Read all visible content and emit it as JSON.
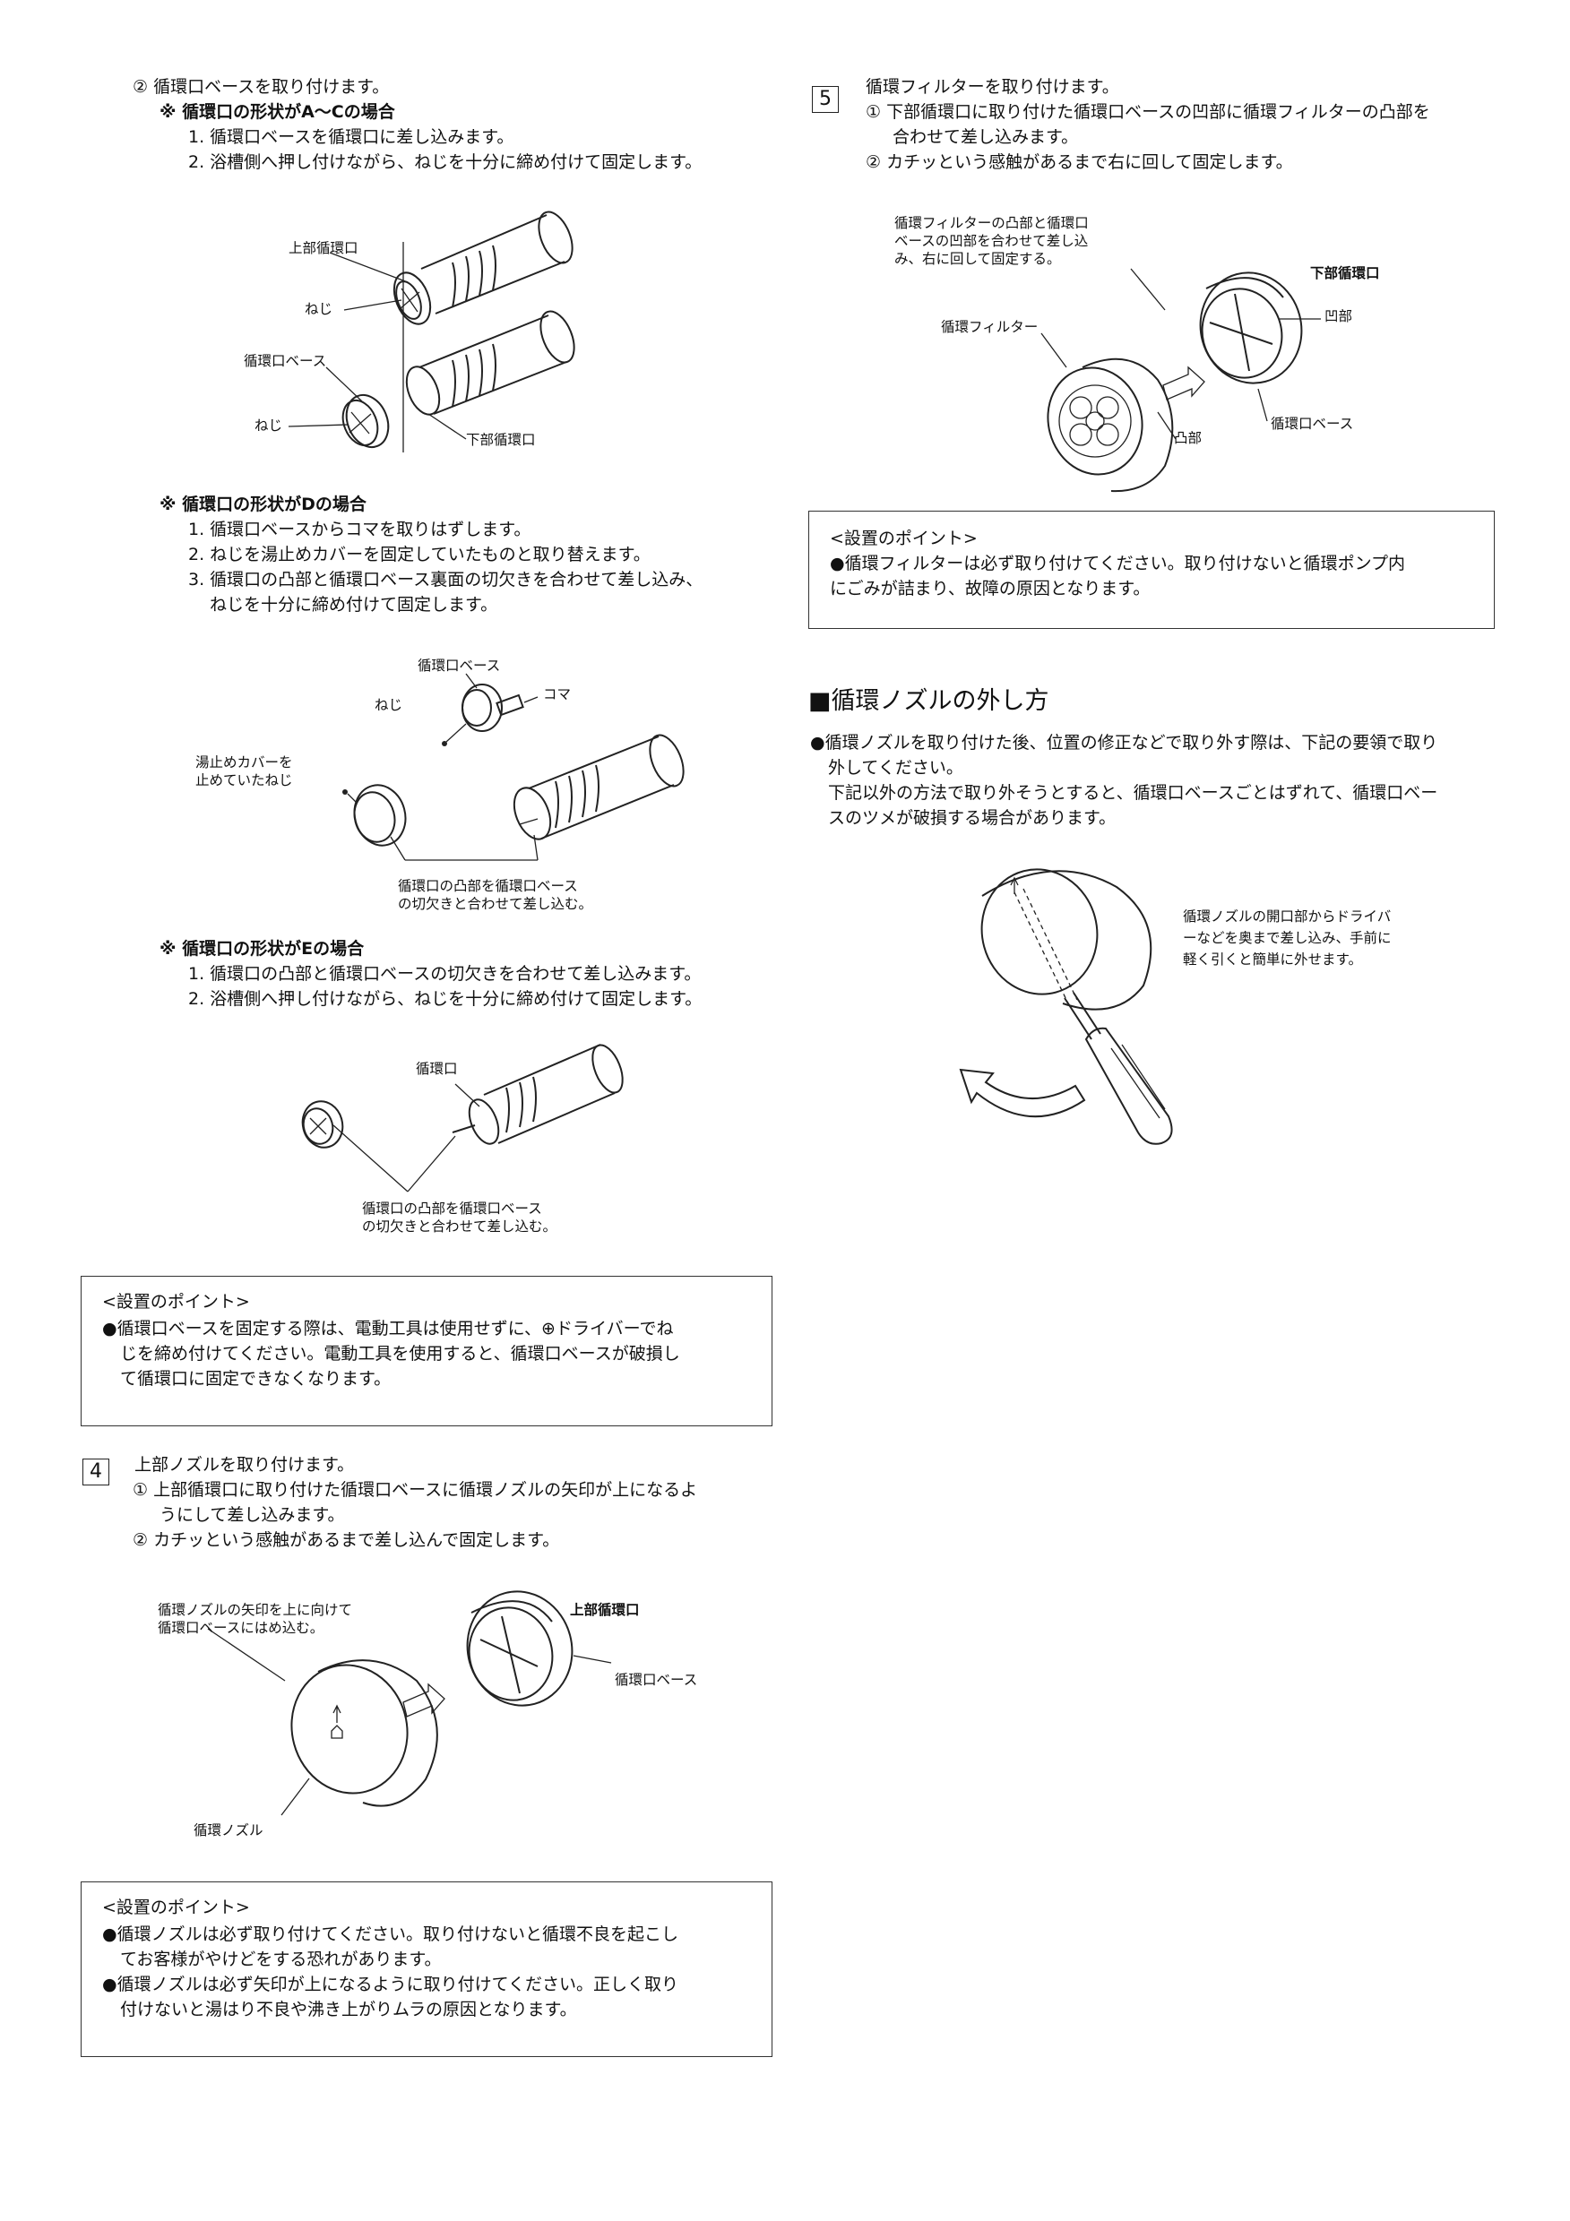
{
  "left": {
    "step2_title": "② 循環口ベースを取り付けます。",
    "caseAC": {
      "heading": "※ 循環口の形状がA～Cの場合",
      "items": [
        "1. 循環口ベースを循環口に差し込みます。",
        "2. 浴槽側へ押し付けながら、ねじを十分に締め付けて固定します。"
      ],
      "labels": {
        "upper_port": "上部循環口",
        "screw1": "ねじ",
        "base": "循環口ベース",
        "screw2": "ねじ",
        "lower_port": "下部循環口"
      }
    },
    "caseD": {
      "heading": "※ 循環口の形状がDの場合",
      "items": [
        "1. 循環口ベースからコマを取りはずします。",
        "2. ねじを湯止めカバーを固定していたものと取り替えます。",
        "3. 循環口の凸部と循環口ベース裏面の切欠きを合わせて差し込み、",
        "ねじを十分に締め付けて固定します。"
      ],
      "labels": {
        "base": "循環口ベース",
        "koma": "コマ",
        "screw": "ねじ",
        "cover_screw_1": "湯止めカバーを",
        "cover_screw_2": "止めていたねじ",
        "note_1": "循環口の凸部を循環口ベース",
        "note_2": "の切欠きと合わせて差し込む。"
      }
    },
    "caseE": {
      "heading": "※ 循環口の形状がEの場合",
      "items": [
        "1. 循環口の凸部と循環口ベースの切欠きを合わせて差し込みます。",
        "2. 浴槽側へ押し付けながら、ねじを十分に締め付けて固定します。"
      ],
      "labels": {
        "port": "循環口",
        "note_1": "循環口の凸部を循環口ベース",
        "note_2": "の切欠きと合わせて差し込む。"
      }
    },
    "point1": {
      "title": "<設置のポイント>",
      "lines": [
        "●循環口ベースを固定する際は、電動工具は使用せずに、⊕ドライバーでね",
        "じを締め付けてください。電動工具を使用すると、循環口ベースが破損し",
        "て循環口に固定できなくなります。"
      ]
    },
    "step4": {
      "num": "4",
      "title": "上部ノズルを取り付けます。",
      "items": [
        "① 上部循環口に取り付けた循環口ベースに循環ノズルの矢印が上になるよ",
        "うにして差し込みます。",
        "② カチッという感触があるまで差し込んで固定します。"
      ],
      "labels": {
        "arrow_note_1": "循環ノズルの矢印を上に向けて",
        "arrow_note_2": "循環口ベースにはめ込む。",
        "upper_port": "上部循環口",
        "base": "循環口ベース",
        "nozzle": "循環ノズル"
      }
    },
    "point2": {
      "title": "<設置のポイント>",
      "lines": [
        "●循環ノズルは必ず取り付けてください。取り付けないと循環不良を起こし",
        "てお客様がやけどをする恐れがあります。",
        "●循環ノズルは必ず矢印が上になるように取り付けてください。正しく取り",
        "付けないと湯はり不良や沸き上がりムラの原因となります。"
      ]
    }
  },
  "right": {
    "step5": {
      "num": "5",
      "title": "循環フィルターを取り付けます。",
      "items": [
        "① 下部循環口に取り付けた循環口ベースの凹部に循環フィルターの凸部を",
        "合わせて差し込みます。",
        "② カチッという感触があるまで右に回して固定します。"
      ],
      "labels": {
        "note_1": "循環フィルターの凸部と循環口",
        "note_2": "ベースの凹部を合わせて差し込",
        "note_3": "み、右に回して固定する。",
        "lower_port": "下部循環口",
        "recess": "凹部",
        "filter": "循環フィルター",
        "base": "循環口ベース",
        "protrusion": "凸部"
      }
    },
    "point3": {
      "title": "<設置のポイント>",
      "lines": [
        "●循環フィルターは必ず取り付けてください。取り付けないと循環ポンプ内",
        "にごみが詰まり、故障の原因となります。"
      ]
    },
    "removal": {
      "heading": "■循環ノズルの外し方",
      "lines": [
        "●循環ノズルを取り付けた後、位置の修正などで取り外す際は、下記の要領で取り",
        "外してください。",
        "下記以外の方法で取り外そうとすると、循環口ベースごとはずれて、循環口ベー",
        "スのツメが破損する場合があります。"
      ],
      "note": [
        "循環ノズルの開口部からドライバ",
        "ーなどを奥まで差し込み、手前に",
        "軽く引くと簡単に外せます。"
      ]
    }
  }
}
